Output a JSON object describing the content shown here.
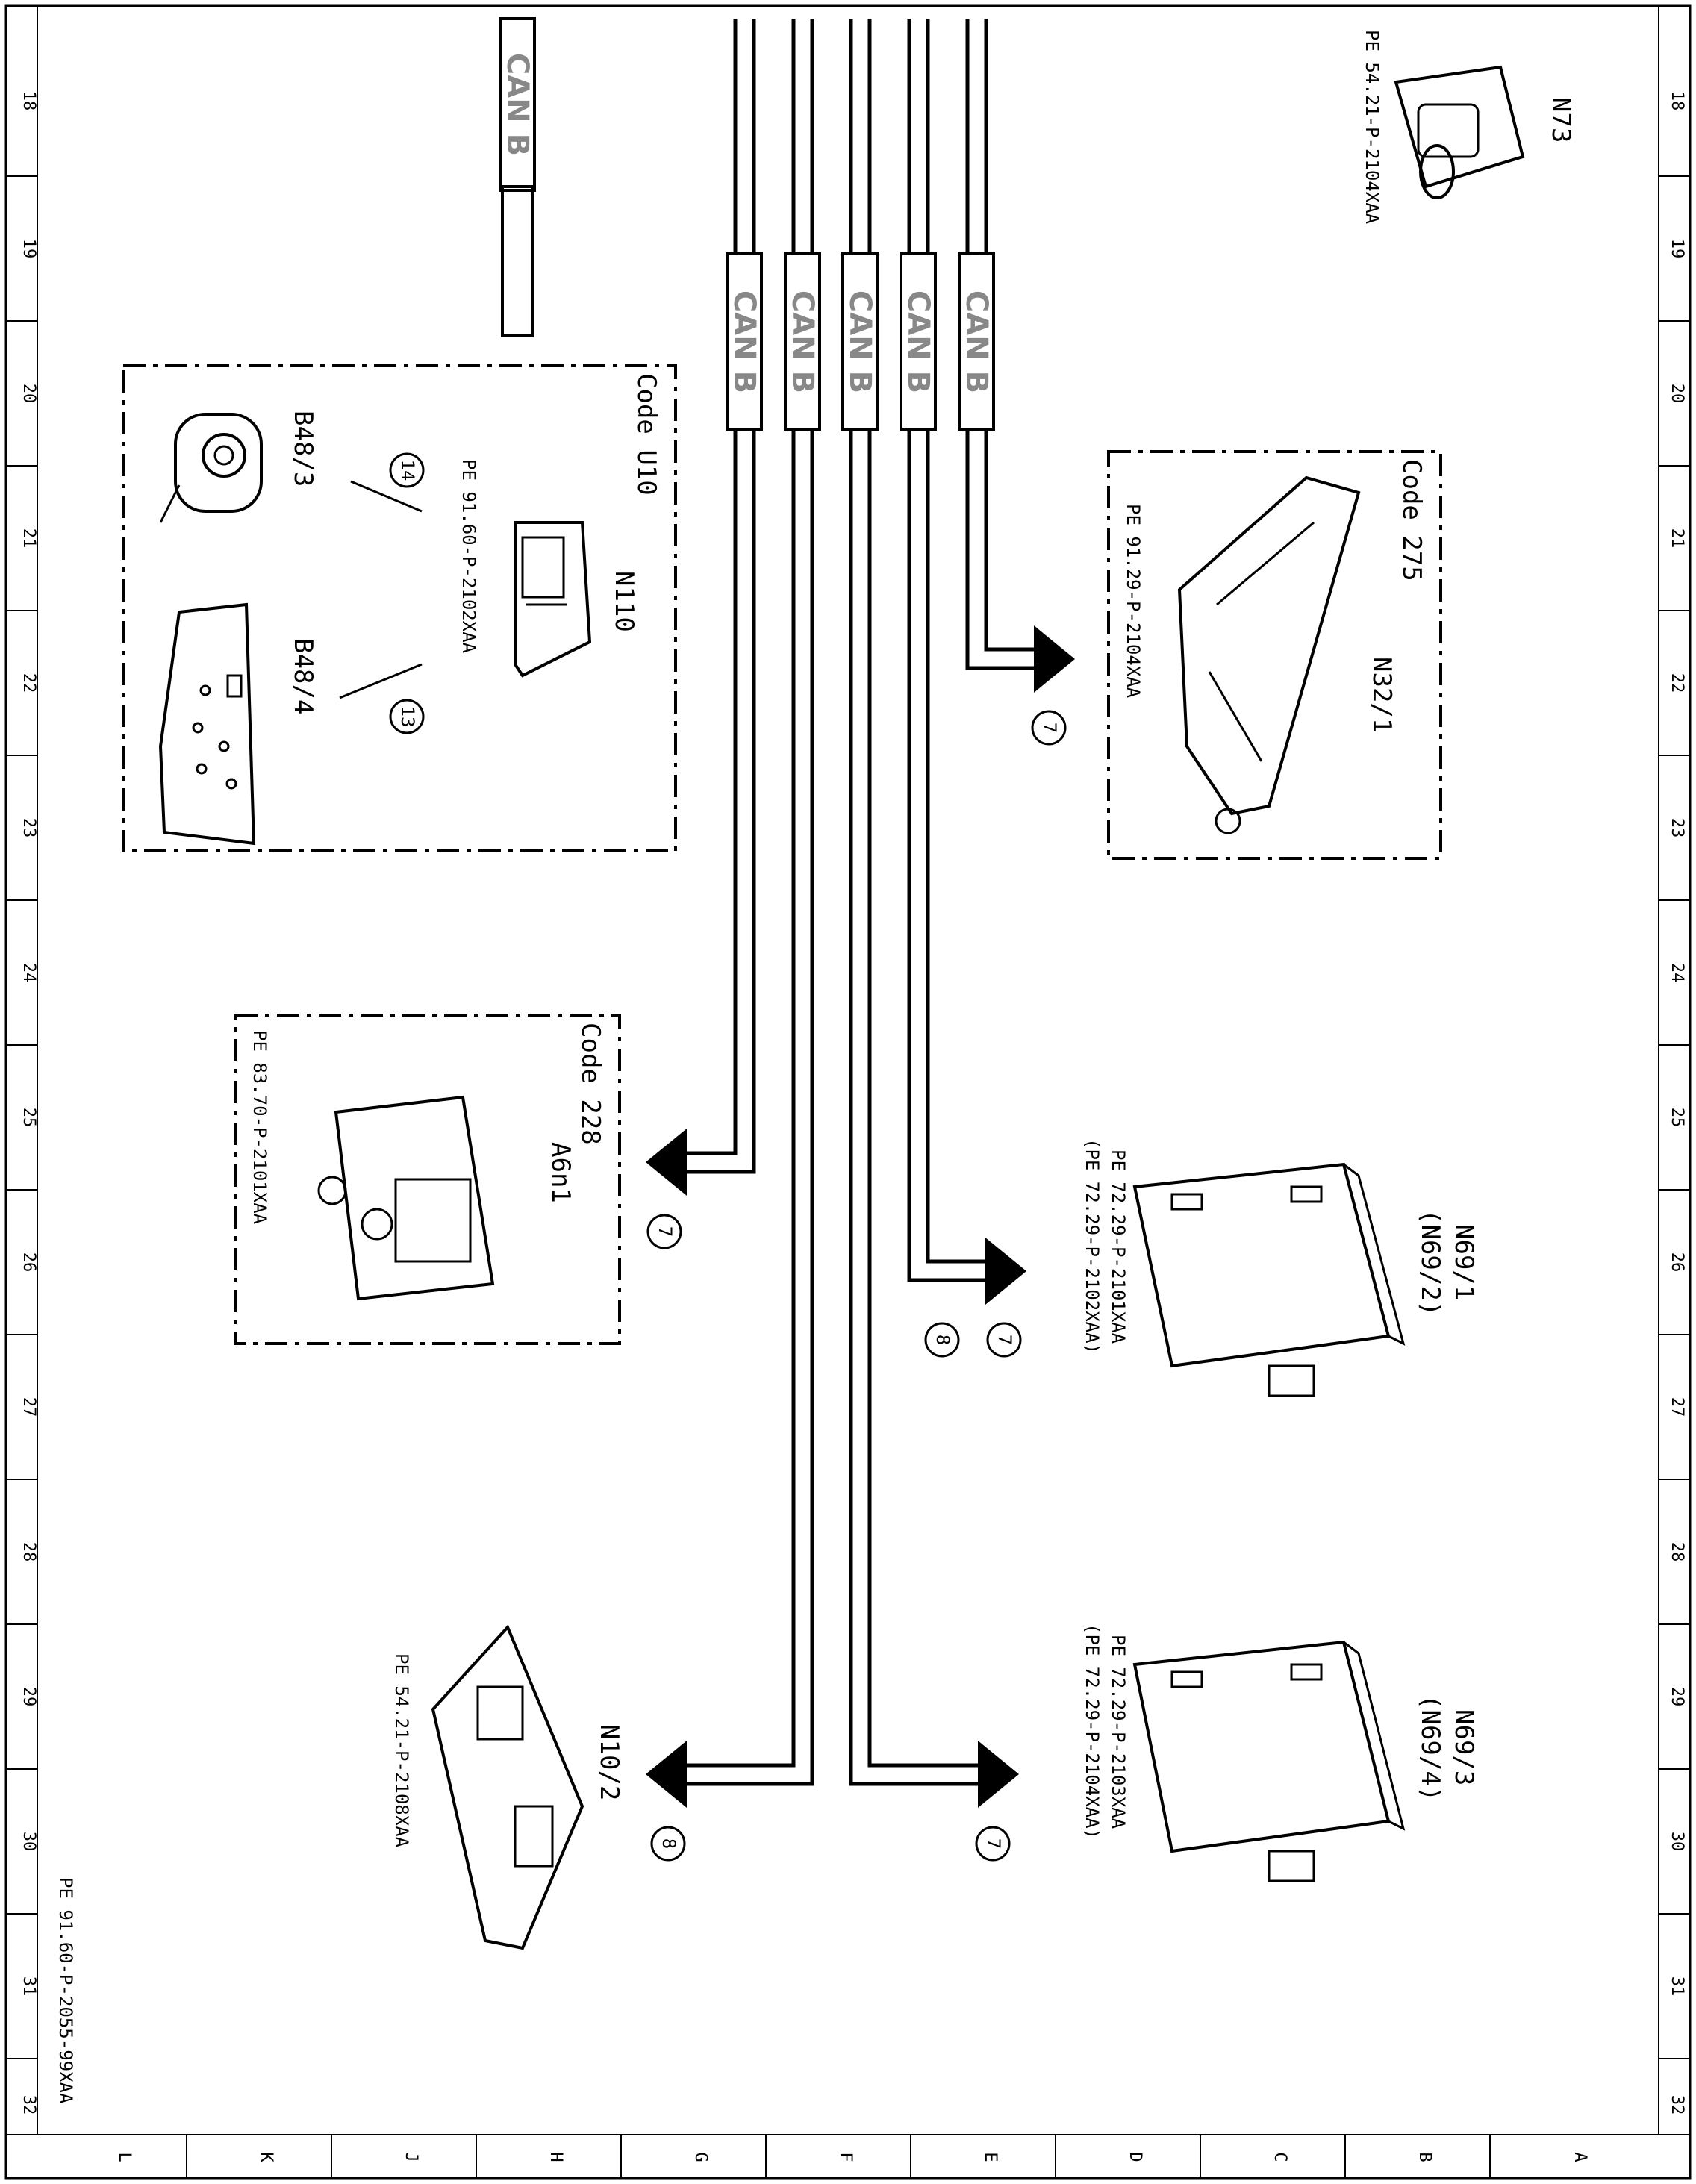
{
  "drawing_ref": "PE 91.60-P-2055-99XAA",
  "frame": {
    "rows": [
      "18",
      "19",
      "20",
      "21",
      "22",
      "23",
      "24",
      "25",
      "26",
      "27",
      "28",
      "29",
      "30",
      "31",
      "32"
    ],
    "cols": [
      "L",
      "K",
      "J",
      "H",
      "G",
      "F",
      "E",
      "D",
      "C",
      "B",
      "A"
    ]
  },
  "bus": {
    "label": "CAN B"
  },
  "codes": {
    "u10": "Code U10",
    "c275": "Code 275",
    "c228": "Code 228"
  },
  "components": {
    "N73": {
      "id": "N73",
      "ref": "PE 54.21-P-2104XAA"
    },
    "N110": {
      "id": "N110",
      "ref": "PE 91.60-P-2102XAA"
    },
    "B48_3": {
      "id": "B48/3"
    },
    "B48_4": {
      "id": "B48/4"
    },
    "N32_1": {
      "id": "N32/1",
      "ref": "PE 91.29-P-2104XAA"
    },
    "A6n1": {
      "id": "A6n1",
      "ref": "PE 83.70-P-2101XAA"
    },
    "N69_1": {
      "id": "N69/1",
      "alt": "(N69/2)",
      "ref": "PE 72.29-P-2101XAA",
      "ref_alt": "(PE 72.29-P-2102XAA)"
    },
    "N69_3": {
      "id": "N69/3",
      "alt": "(N69/4)",
      "ref": "PE 72.29-P-2103XAA",
      "ref_alt": "(PE 72.29-P-2104XAA)"
    },
    "N10_2": {
      "id": "N10/2",
      "ref": "PE 54.21-P-2108XAA"
    }
  },
  "callouts": {
    "c7": "7",
    "c8": "8",
    "c13": "13",
    "c14": "14"
  }
}
